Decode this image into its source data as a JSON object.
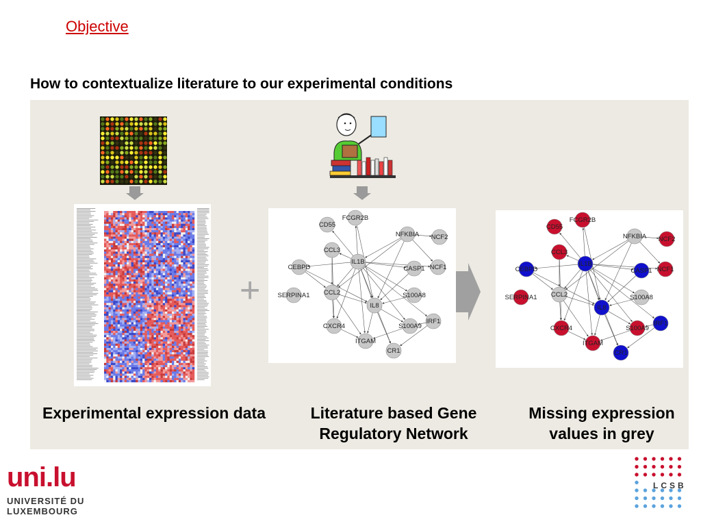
{
  "slide": {
    "objective": "Objective",
    "subtitle": "How to contextualize literature to our experimental conditions"
  },
  "captions": {
    "left": "Experimental expression data",
    "middle": "Literature based Gene Regulatory Network",
    "right": "Missing expression values in grey"
  },
  "plus_sign": "+",
  "network": {
    "nodes": [
      "FCGR2B",
      "CD55",
      "NFKBIA",
      "NCF2",
      "CCL3",
      "IL1B",
      "CEBPD",
      "CASP1",
      "NCF1",
      "SERPINA1",
      "CCL2",
      "S100A8",
      "IL8",
      "IRF1",
      "CXCR4",
      "S100A9",
      "ITGAM",
      "CR1"
    ]
  },
  "colors": {
    "accent": "#cc0000",
    "node_grey": "#c8c8c8",
    "node_red": "#c8102e",
    "node_blue": "#1010cc",
    "panel_bg": "#eceae2",
    "arrow_grey": "#a0a0a0"
  },
  "logos": {
    "university_mark": "uni.lu",
    "university_line1": "UNIVERSITÉ DU",
    "university_line2": "LUXEMBOURG",
    "lcsb": "LCSB"
  }
}
